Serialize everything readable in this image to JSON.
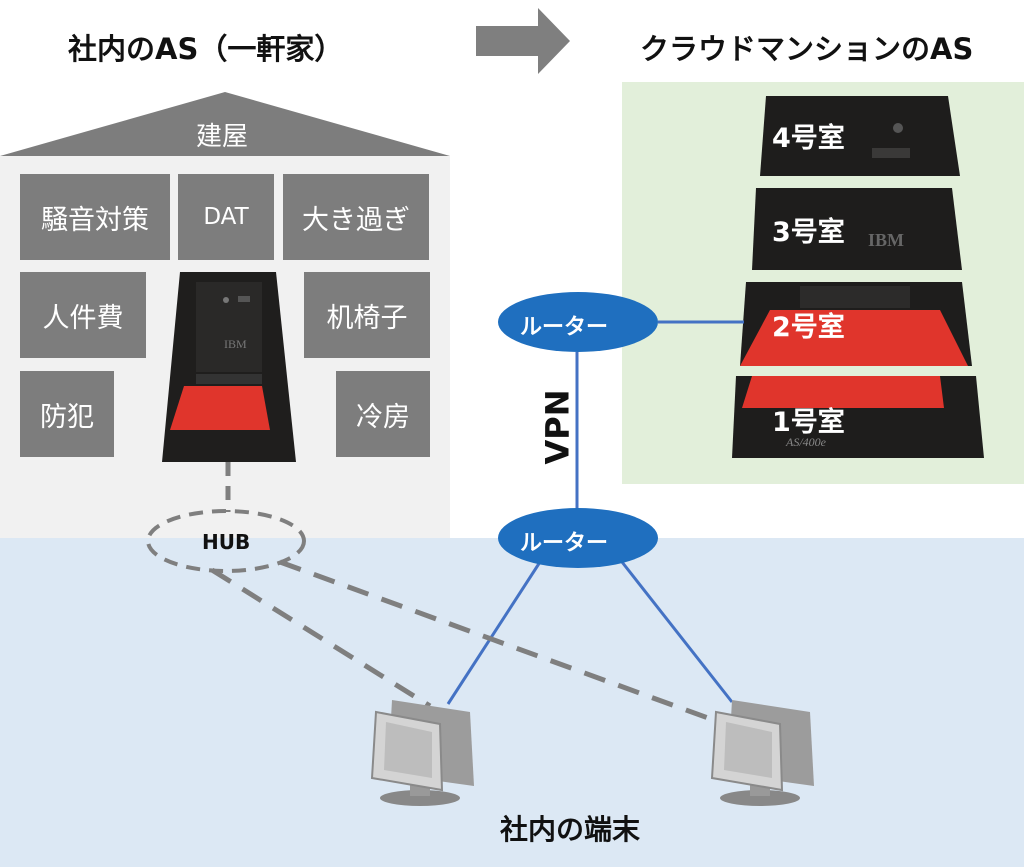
{
  "titles": {
    "left": "社内のAS（一軒家）",
    "right": "クラウドマンションのAS"
  },
  "house": {
    "roof_label": "建屋",
    "items": {
      "noise": "騒音対策",
      "dat": "DAT",
      "too_big": "大き過ぎ",
      "labor": "人件費",
      "furniture": "机椅子",
      "security": "防犯",
      "cooling": "冷房"
    },
    "server_logo": "IBM"
  },
  "cloud": {
    "rooms": [
      "4号室",
      "3号室",
      "2号室",
      "1号室"
    ],
    "server_logo": "IBM",
    "server_model": "AS/400e"
  },
  "network": {
    "router_top": "ルーター",
    "router_bottom": "ルーター",
    "vpn": "VPN",
    "hub": "HUB"
  },
  "terminals": {
    "label": "社内の端末"
  },
  "colors": {
    "router_fill": "#1f6fbf",
    "link_solid": "#4472c4",
    "link_dashed": "#7f7f7f",
    "box_fill": "#7d7d7d",
    "house_bg": "#f1f1f1",
    "cloud_bg": "#e2efda",
    "lan_bg": "#dce8f4",
    "server_red": "#e0352c"
  }
}
